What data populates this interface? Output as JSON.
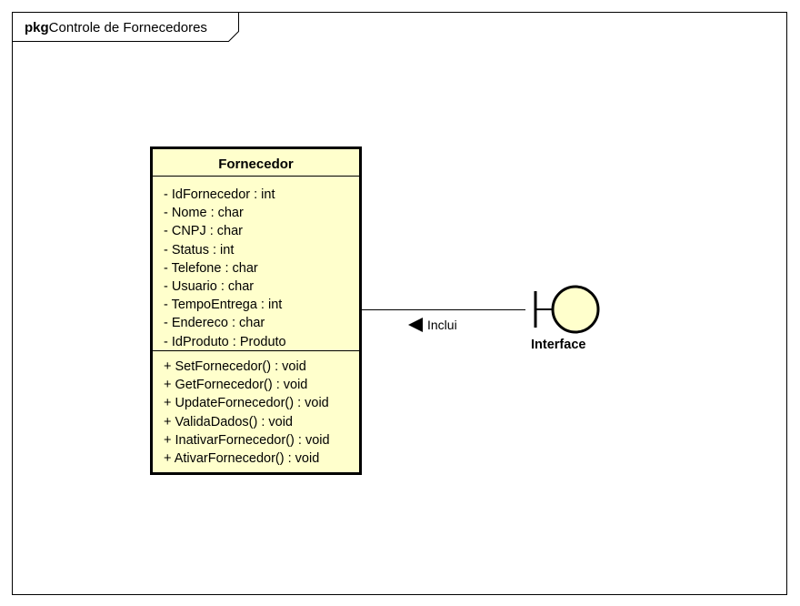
{
  "package": {
    "keyword": "pkg",
    "name": "Controle de Fornecedores"
  },
  "class": {
    "name": "Fornecedor",
    "attributes": [
      "- IdFornecedor : int",
      "- Nome : char",
      "- CNPJ : char",
      "- Status : int",
      "- Telefone : char",
      "- Usuario : char",
      "- TempoEntrega : int",
      "- Endereco : char",
      "- IdProduto : Produto"
    ],
    "operations": [
      "+ SetFornecedor() : void",
      "+ GetFornecedor() : void",
      "+ UpdateFornecedor() : void",
      "+ ValidaDados() : void",
      "+ InativarFornecedor() : void",
      "+ AtivarFornecedor() : void"
    ]
  },
  "association": {
    "label": "Inclui",
    "direction_arrow": "left-triangle"
  },
  "boundary": {
    "name": "Interface",
    "icon": "boundary-icon"
  },
  "colors": {
    "fill": "#ffffcc",
    "stroke": "#000000",
    "background": "#ffffff"
  }
}
